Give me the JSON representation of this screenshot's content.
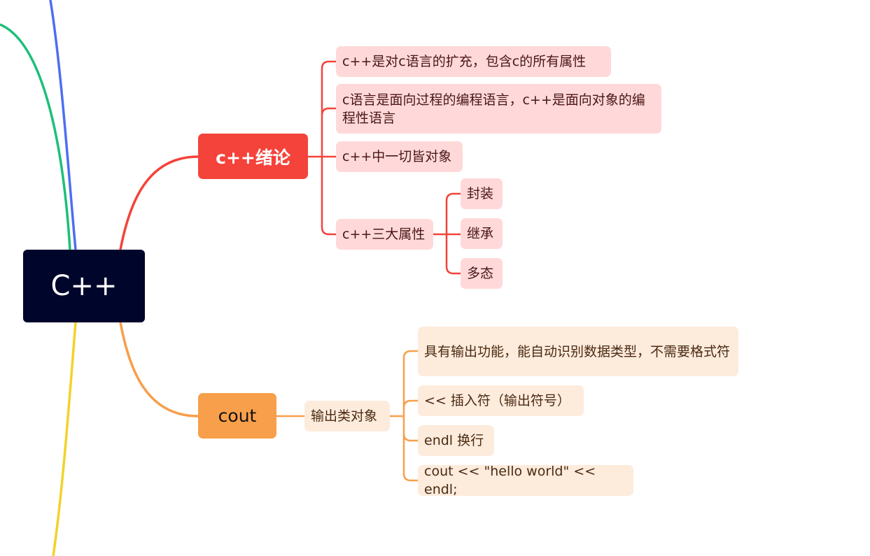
{
  "root": {
    "label": "C++"
  },
  "intro": {
    "label": "c++绪论",
    "items": [
      "c++是对c语言的扩充，包含c的所有属性",
      "c语言是面向过程的编程语言，c++是面向对象的编程性语言",
      "c++中一切皆对象"
    ],
    "properties": {
      "label": "c++三大属性",
      "items": [
        "封装",
        "继承",
        "多态"
      ]
    }
  },
  "cout": {
    "label": "cout",
    "category": {
      "label": "输出类对象",
      "items": [
        "具有输出功能，能自动识别数据类型，不需要格式符",
        "<< 插入符（输出符号）",
        "endl 换行",
        "cout << \"hello world\" << endl;"
      ]
    }
  },
  "colors": {
    "root": "#00052b",
    "red": "#f4433a",
    "orange": "#f79f4a",
    "blue": "#4e6ef2",
    "green": "#1dbf7a",
    "yellow": "#f2d22a"
  }
}
